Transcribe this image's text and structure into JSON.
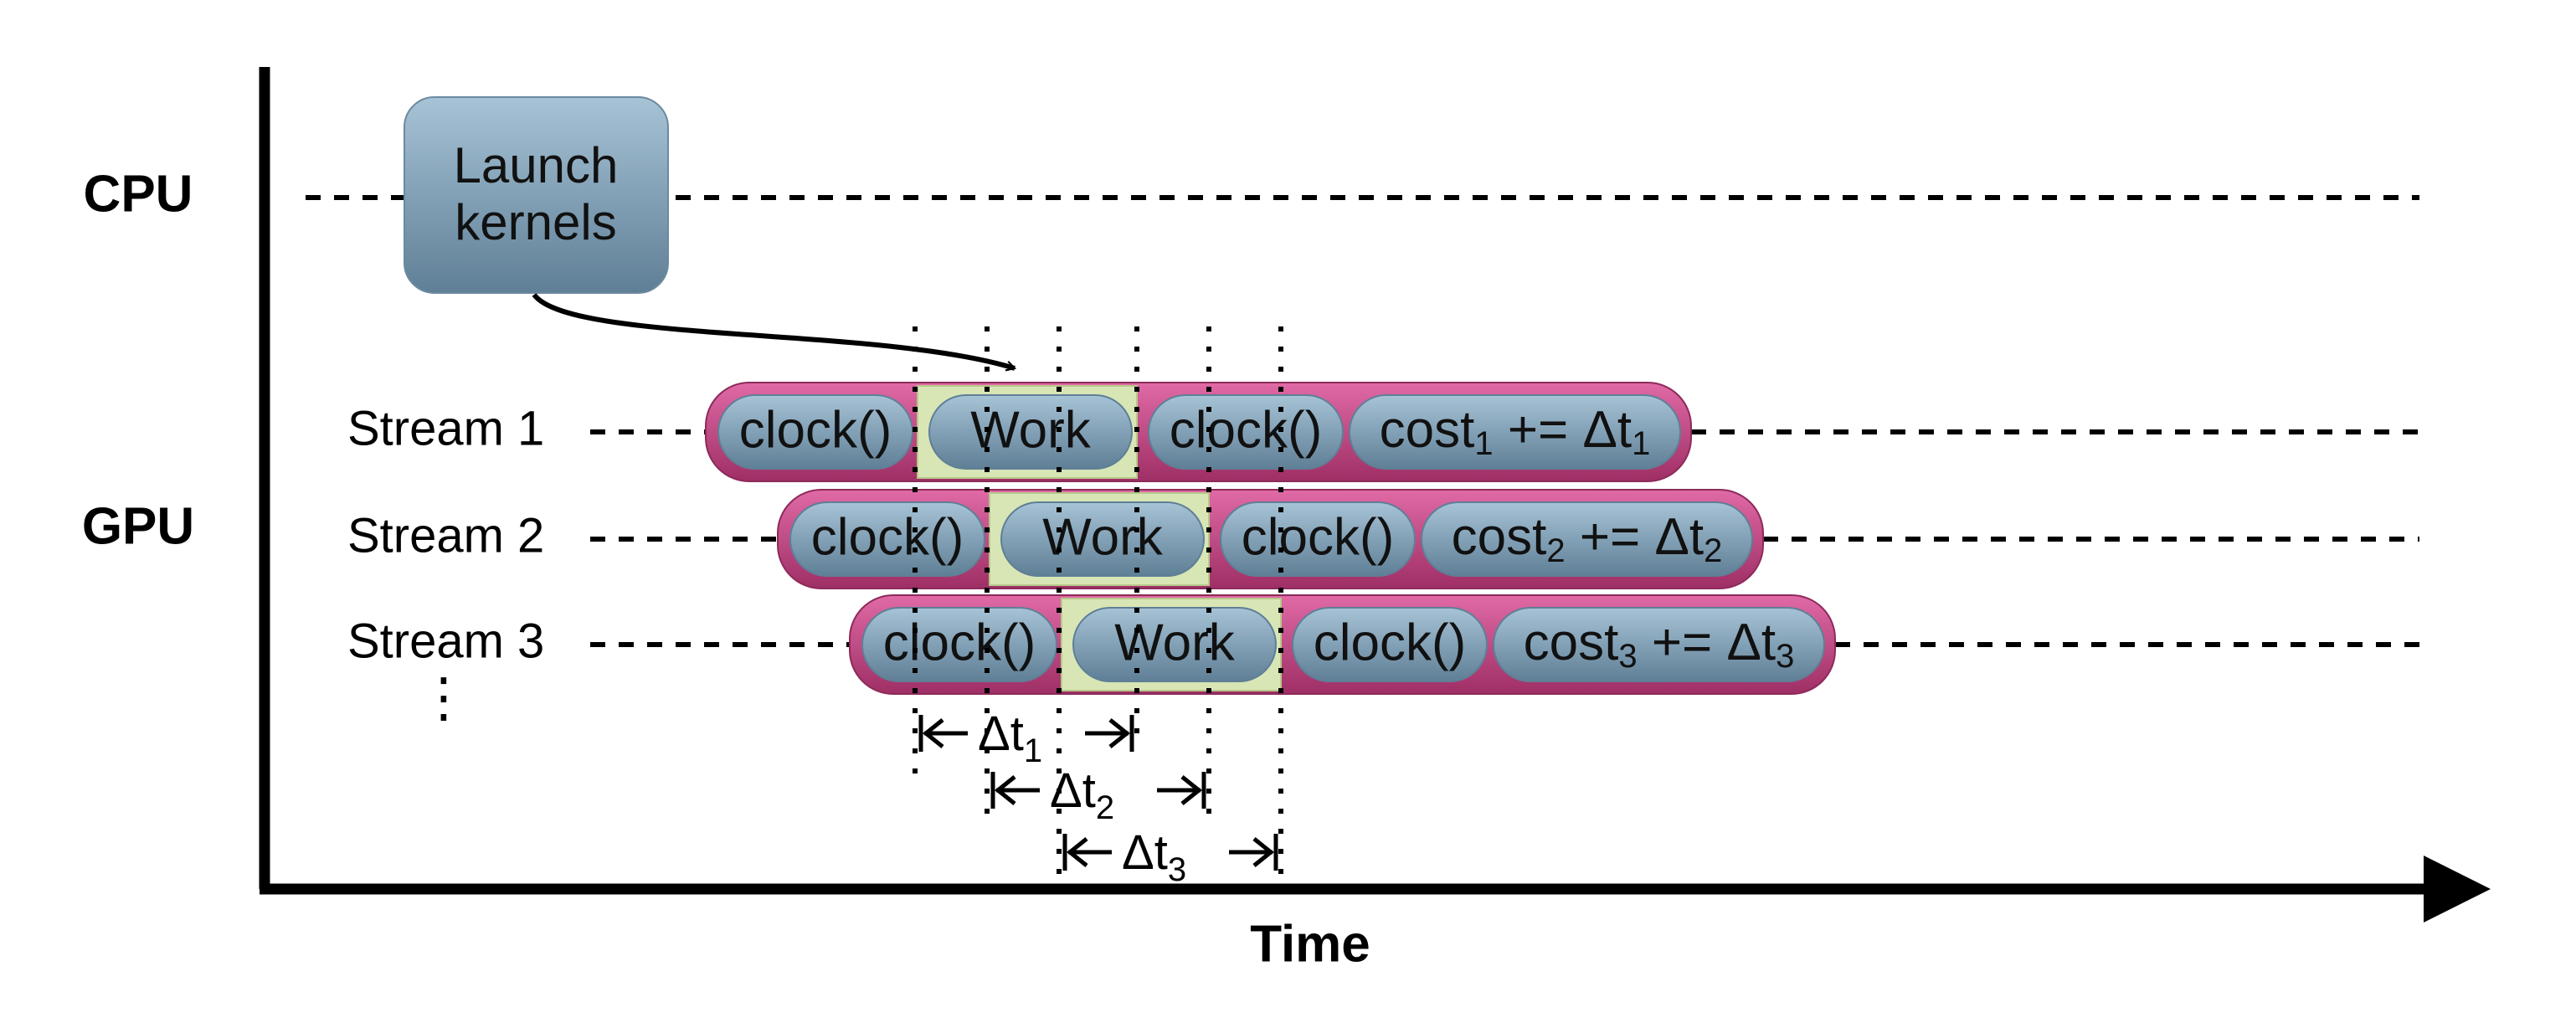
{
  "processors": {
    "cpu": "CPU",
    "gpu": "GPU"
  },
  "launch_box": {
    "line1": "Launch",
    "line2": "kernels"
  },
  "streams": [
    {
      "label": "Stream 1",
      "chips": [
        {
          "kind": "clock",
          "text": "clock()"
        },
        {
          "kind": "work",
          "text": "Work"
        },
        {
          "kind": "clock",
          "text": "clock()"
        },
        {
          "kind": "cost",
          "text": "cost",
          "sub": "1",
          "op": " += Δt",
          "sub2": "1"
        }
      ]
    },
    {
      "label": "Stream 2",
      "chips": [
        {
          "kind": "clock",
          "text": "clock()"
        },
        {
          "kind": "work",
          "text": "Work"
        },
        {
          "kind": "clock",
          "text": "clock()"
        },
        {
          "kind": "cost",
          "text": "cost",
          "sub": "2",
          "op": " += Δt",
          "sub2": "2"
        }
      ]
    },
    {
      "label": "Stream 3",
      "chips": [
        {
          "kind": "clock",
          "text": "clock()"
        },
        {
          "kind": "work",
          "text": "Work"
        },
        {
          "kind": "clock",
          "text": "clock()"
        },
        {
          "kind": "cost",
          "text": "cost",
          "sub": "3",
          "op": " += Δt",
          "sub2": "3"
        }
      ]
    }
  ],
  "ellipsis": "⋮",
  "deltas": [
    {
      "text": "Δt",
      "sub": "1"
    },
    {
      "text": "Δt",
      "sub": "2"
    },
    {
      "text": "Δt",
      "sub": "3"
    }
  ],
  "axis_label": "Time",
  "colors": {
    "pill_outer": "#c2417f",
    "chip_blue": "#7f9fb5",
    "work_bg": "#d8e6b6",
    "launch_box": "#7f9fb5"
  }
}
